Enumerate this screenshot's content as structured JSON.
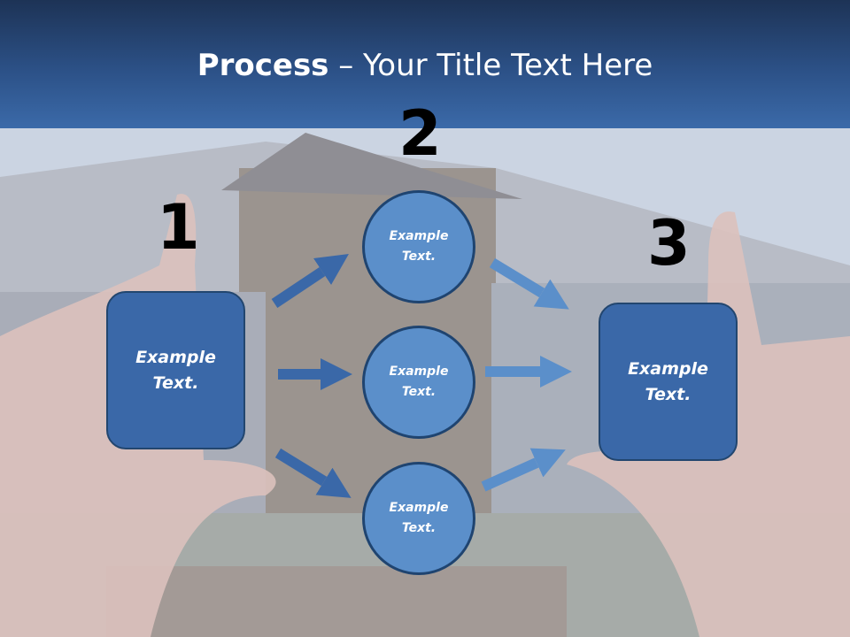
{
  "title": {
    "bold": "Process",
    "rest": " – Your Title Text Here"
  },
  "steps": {
    "one": "1",
    "two": "2",
    "three": "3"
  },
  "left_box": {
    "line1": "Example",
    "line2": "Text."
  },
  "right_box": {
    "line1": "Example",
    "line2": "Text."
  },
  "circles": [
    {
      "line1": "Example",
      "line2": "Text."
    },
    {
      "line1": "Example",
      "line2": "Text."
    },
    {
      "line1": "Example",
      "line2": "Text."
    }
  ],
  "colors": {
    "box": "#3a68a8",
    "circle": "#5b8fca",
    "arrow_dark": "#3a68a8",
    "arrow_light": "#5b8fca"
  }
}
